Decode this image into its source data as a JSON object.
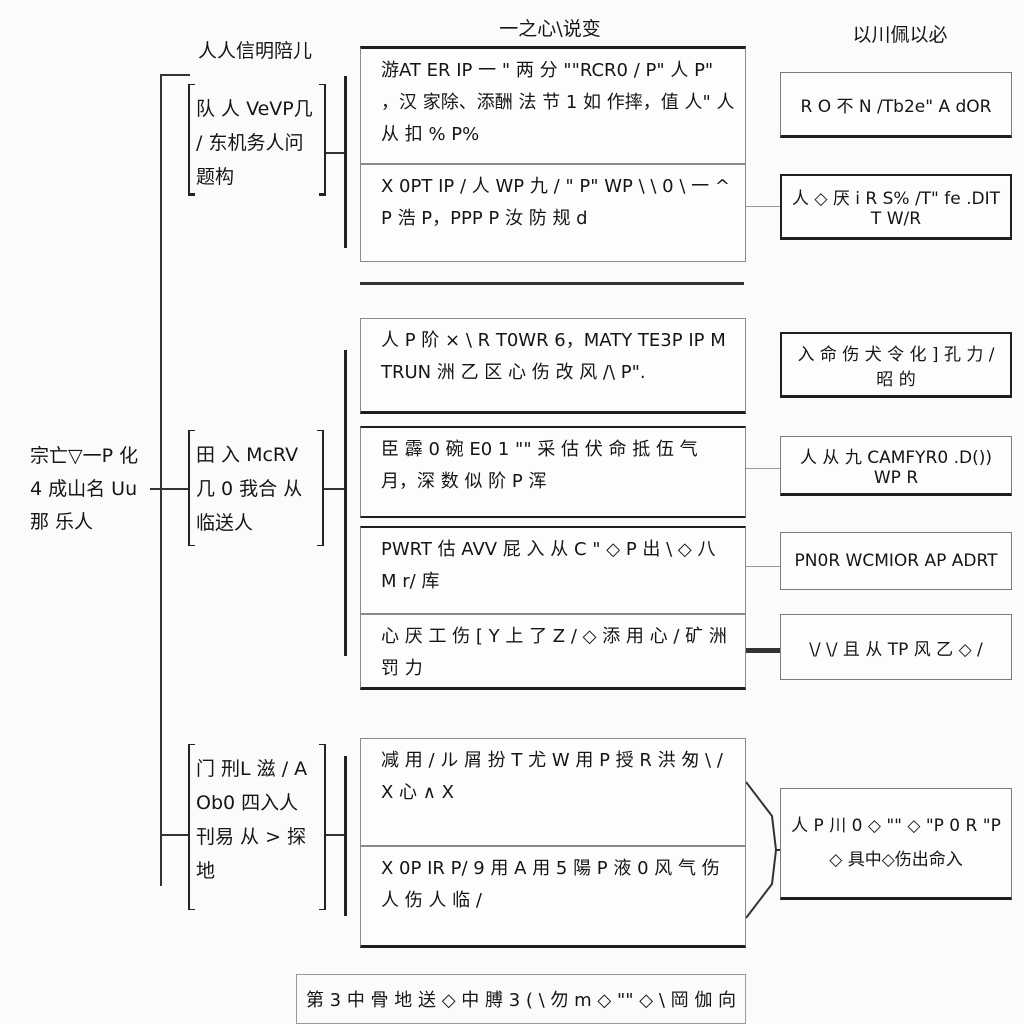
{
  "headers": {
    "categories": "人人信明陪儿",
    "middle": "一之心\\说变",
    "results": "以川佩以必"
  },
  "root": {
    "label": "宗亡▽一P 化  4 成山名 Uu那  乐人"
  },
  "categories": [
    {
      "label": "队 人 VeVP几 / 东机务人问题构"
    },
    {
      "label": "田 入 McRV 几 0  我合 从临送人"
    },
    {
      "label": "门 刑L 滋 / A Ob0  四入人 刊易 从 >  探地"
    }
  ],
  "measures": [
    {
      "text": "游AT ER IP 一 \" 两 分 \"\"RCR0 / P\" 人 P\" ，汉  家除、添酬 法 节 1 如 作摔，值 人\" 人 从 扣  % P%"
    },
    {
      "text": "X 0PT IP /  人  WP 九 / \" P\" WP \\ \\ 0 \\ 一 ^ P  浩 P，PPP P 汝 防 规 d"
    },
    {
      "text": "人 P 阶 ×  \\ R T0WR 6，MATY TE3P IP M TRUN  洲 乙 区 心 伤 改 风 /\\ P\"."
    },
    {
      "text": "臣 霹 0 碗 E0 1 \"\" 采  估 伏 命 抵 伍 气 月，深 数 似  阶 P 浑"
    },
    {
      "text": "PWRT 估 AVV  屁 入 从 C \" ◇ P 出 \\ ◇ 八 M  r/ 库"
    },
    {
      "text": "心 厌 工 伤  [ Y 上 了 Z / ◇ 添 用 心 / 矿 洲 罚 力"
    },
    {
      "text": "减 用 / ル  屑 扮 T 尤 W 用 P 授 R 洪 匆  \\ / X 心 ∧ X"
    },
    {
      "text": "X 0P IR P/  9 用 A  用 5 陽 P 液 0 风 气 伤 人  伤 人 临 /"
    }
  ],
  "results": [
    {
      "text": "R O 不 N /Tb2e\" A dOR"
    },
    {
      "text": "人 ◇ 厌 i R S% /T\" fe .DIT T W/R"
    },
    {
      "text": "入 命 伤 犬 令 化 ] 孔 力 / 昭 的"
    },
    {
      "text": "人 从 九 CAMFYR0 .D()) WP R"
    },
    {
      "text": "PN0R WCMIOR AP ADRT"
    },
    {
      "text": "\\/ \\/ 且 从 TP 风 乙 ◇ /"
    },
    {
      "text": "人 P 川 0 ◇ \"\" ◇ \"P 0 R \"P ◇  具中◇伤出命入"
    }
  ],
  "caption": {
    "text": "第 3  中 骨 地 送 ◇ 中 膊 3 ( \\ 勿 m ◇ \"\" ◇ \\ 岡 伽 向"
  }
}
